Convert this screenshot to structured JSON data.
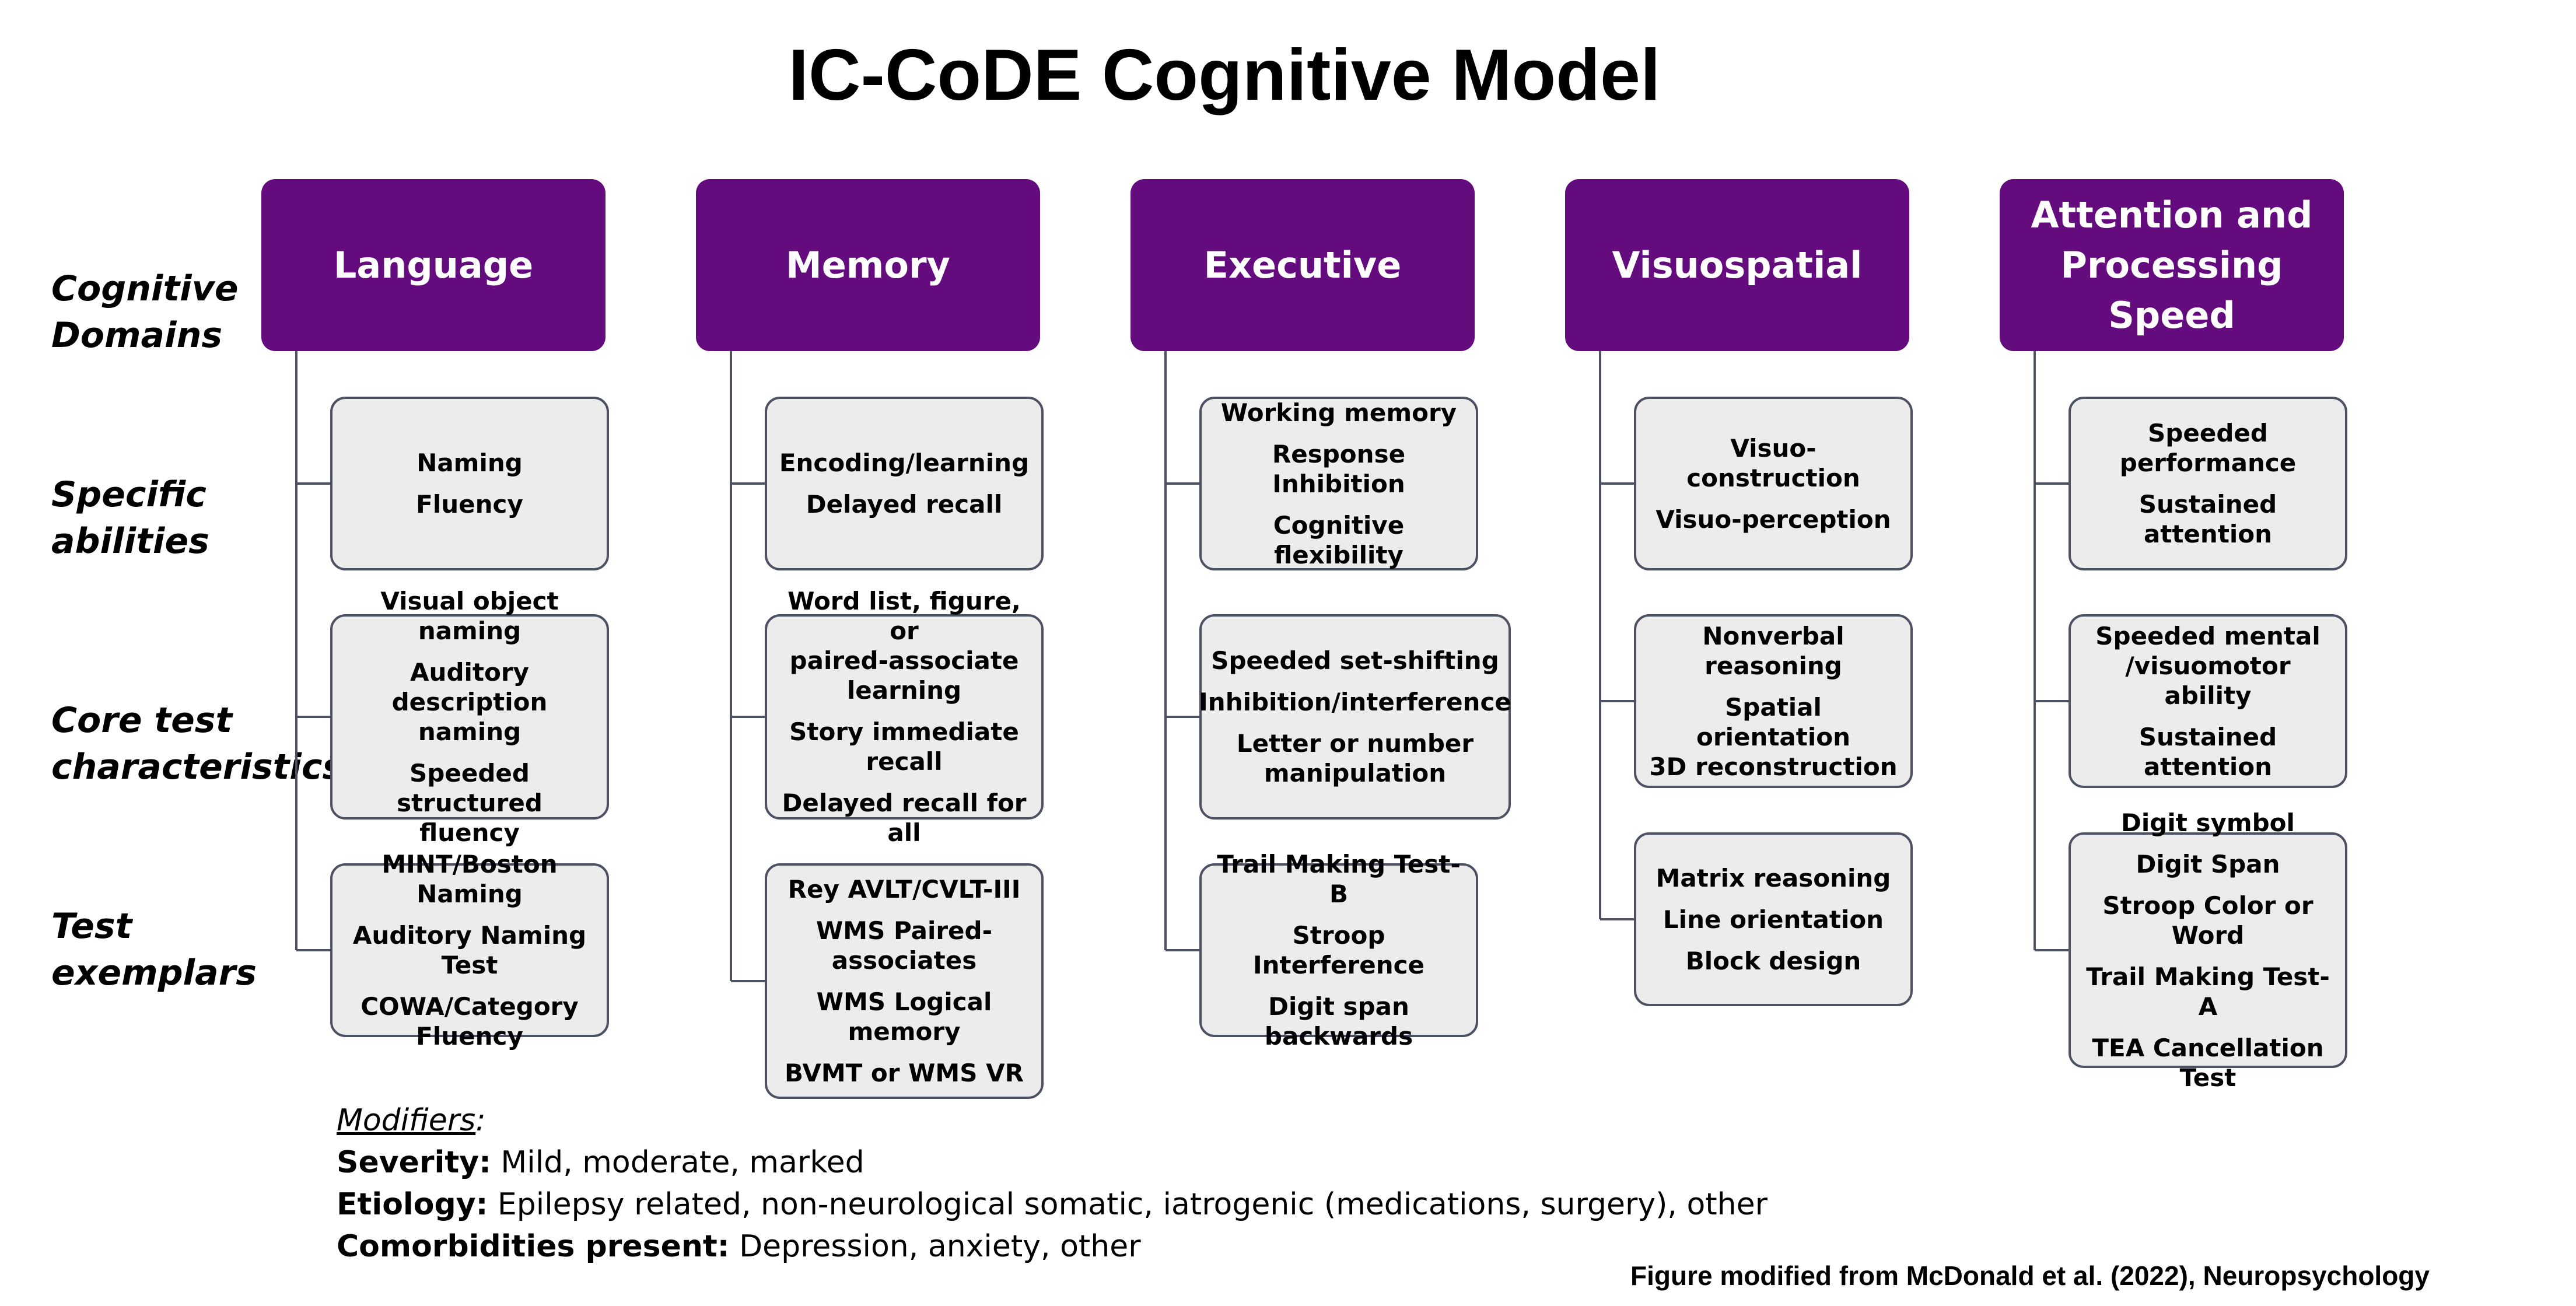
{
  "title": "IC-CoDE Cognitive Model",
  "row_labels": {
    "domains": "Cognitive\nDomains",
    "abilities": "Specific\nabilities",
    "core": "Core test\ncharacteristics",
    "exemplars": "Test\nexemplars"
  },
  "colors": {
    "domain_fill": "#640b7e",
    "box_fill": "#ececec",
    "box_border": "#4c5164",
    "connector": "#4c5164"
  },
  "columns": [
    {
      "domain": "Language",
      "abilities": [
        "Naming",
        "Fluency"
      ],
      "core": [
        "Visual object naming",
        "Auditory description\nnaming",
        "Speeded structured\nfluency"
      ],
      "exemplars": [
        "MINT/Boston Naming",
        "Auditory Naming Test",
        "COWA/Category\nFluency"
      ]
    },
    {
      "domain": "Memory",
      "abilities": [
        "Encoding/learning",
        "Delayed recall"
      ],
      "core": [
        "Word list, figure, or\npaired-associate\nlearning",
        "Story immediate recall",
        "Delayed recall for all"
      ],
      "exemplars": [
        "Rey AVLT/CVLT-III",
        "WMS Paired-\nassociates",
        "WMS Logical memory",
        "BVMT or WMS VR"
      ]
    },
    {
      "domain": "Executive",
      "abilities": [
        "Working memory",
        "Response Inhibition",
        "Cognitive flexibility"
      ],
      "core": [
        "Speeded set-shifting",
        "Inhibition/interference",
        "Letter or number\nmanipulation"
      ],
      "exemplars": [
        "Trail Making Test-B",
        "Stroop Interference",
        "Digit span backwards"
      ]
    },
    {
      "domain": "Visuospatial",
      "abilities": [
        "Visuo-construction",
        "Visuo-perception"
      ],
      "core": [
        "Nonverbal reasoning",
        "Spatial orientation\n3D reconstruction"
      ],
      "exemplars": [
        "Matrix reasoning",
        "Line orientation",
        "Block design"
      ]
    },
    {
      "domain": "Attention and\nProcessing Speed",
      "abilities": [
        "Speeded performance",
        "Sustained attention"
      ],
      "core": [
        "Speeded mental\n/visuomotor ability",
        "Sustained attention"
      ],
      "exemplars": [
        "Digit symbol",
        "Digit Span",
        "Stroop Color or Word",
        "Trail Making Test-A",
        "TEA Cancellation Test"
      ]
    }
  ],
  "modifiers": {
    "heading": "Modifiers",
    "rows": [
      {
        "key": "Severity:",
        "value": " Mild, moderate, marked"
      },
      {
        "key": "Etiology:",
        "value": " Epilepsy related, non-neurological somatic, iatrogenic (medications, surgery), other"
      },
      {
        "key": "Comorbidities present:",
        "value": " Depression, anxiety, other"
      }
    ]
  },
  "source": "Figure modified from McDonald et al. (2022), Neuropsychology"
}
